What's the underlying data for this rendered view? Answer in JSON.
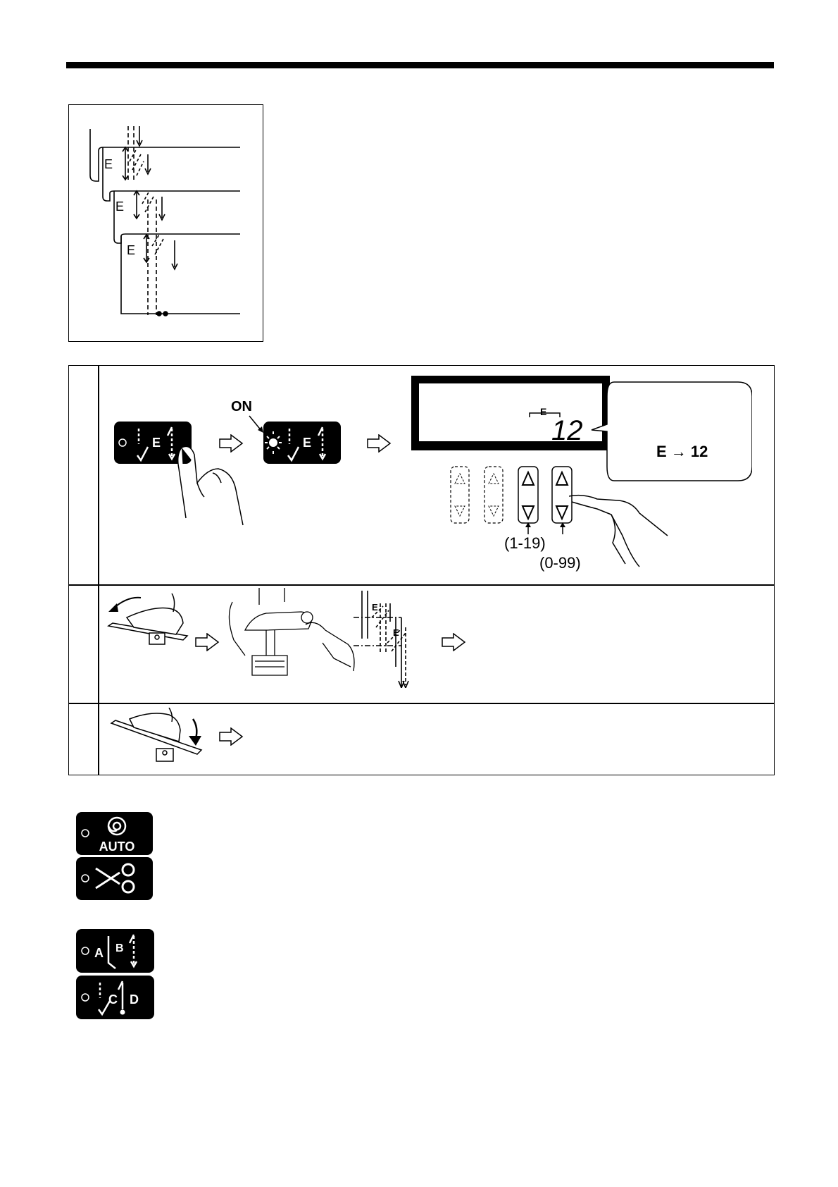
{
  "diagram": {
    "e_label": "E"
  },
  "step1": {
    "on_label": "ON",
    "button_letter": "E",
    "lcd_small_label": "E",
    "lcd_value": "12",
    "callout_text": "E → 12",
    "range_left": "(1-19)",
    "range_right": "(0-99)"
  },
  "step2": {
    "e_label": "E"
  },
  "keys": [
    {
      "label": "AUTO"
    },
    {
      "label": ""
    },
    {
      "label_a": "A",
      "label_b": "B"
    },
    {
      "label_c": "C",
      "label_d": "D"
    }
  ]
}
